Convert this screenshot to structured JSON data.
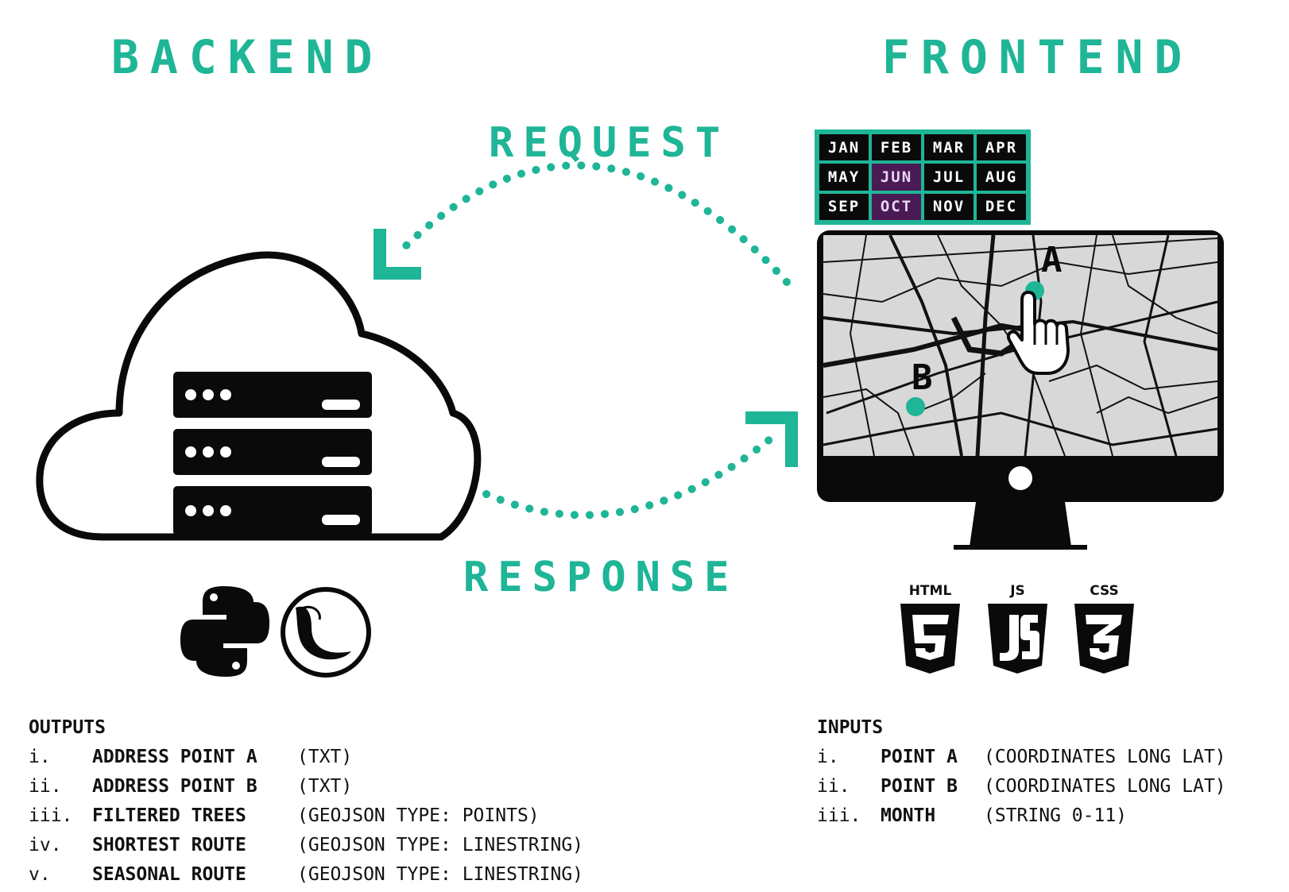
{
  "titles": {
    "backend": "BACKEND",
    "frontend": "FRONTEND",
    "request": "REQUEST",
    "response": "RESPONSE"
  },
  "months": [
    "JAN",
    "FEB",
    "MAR",
    "APR",
    "MAY",
    "JUN",
    "JUL",
    "AUG",
    "SEP",
    "OCT",
    "NOV",
    "DEC"
  ],
  "active_months": [
    "JUN",
    "OCT"
  ],
  "map_points": {
    "a": "A",
    "b": "B"
  },
  "tech_stack": {
    "backend_icons": [
      "python-icon",
      "flask-icon"
    ],
    "frontend": [
      {
        "label": "HTML",
        "glyph": "5"
      },
      {
        "label": "JS",
        "glyph": "JS"
      },
      {
        "label": "CSS",
        "glyph": "3"
      }
    ]
  },
  "outputs": {
    "heading": "OUTPUTS",
    "items": [
      {
        "num": "i.",
        "key": "ADDRESS POINT A",
        "value": "(TXT)"
      },
      {
        "num": "ii.",
        "key": "ADDRESS POINT B",
        "value": "(TXT)"
      },
      {
        "num": "iii.",
        "key": "FILTERED TREES",
        "value": "(GEOJSON TYPE: POINTS)"
      },
      {
        "num": "iv.",
        "key": "SHORTEST ROUTE",
        "value": "(GEOJSON TYPE: LINESTRING)"
      },
      {
        "num": "v.",
        "key": "SEASONAL ROUTE",
        "value": "(GEOJSON TYPE: LINESTRING)"
      }
    ]
  },
  "inputs": {
    "heading": "INPUTS",
    "items": [
      {
        "num": "i.",
        "key": "POINT A",
        "value": "(COORDINATES LONG LAT)"
      },
      {
        "num": "ii.",
        "key": "POINT B",
        "value": "(COORDINATES LONG LAT)"
      },
      {
        "num": "iii.",
        "key": "MONTH",
        "value": "(STRING 0-11)"
      }
    ]
  },
  "colors": {
    "accent": "#1fb597",
    "dark": "#0a0a0a",
    "active_month": "#4a1a55"
  }
}
